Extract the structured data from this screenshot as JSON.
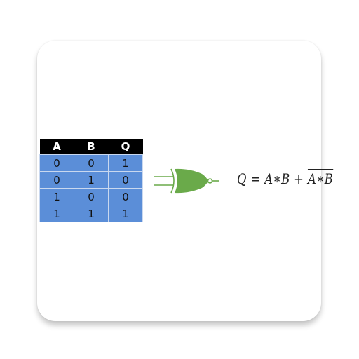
{
  "truth_table": {
    "headers": [
      "A",
      "B",
      "Q"
    ],
    "rows": [
      [
        "0",
        "0",
        "1"
      ],
      [
        "0",
        "1",
        "0"
      ],
      [
        "1",
        "0",
        "0"
      ],
      [
        "1",
        "1",
        "1"
      ]
    ]
  },
  "gate": {
    "icon": "xnor-gate-icon",
    "color": "#6aaa4a"
  },
  "formula": {
    "lhs": "Q",
    "equals": " = ",
    "term1": "A∗B",
    "plus": " + ",
    "term2": "A∗B"
  },
  "colors": {
    "header_bg": "#000000",
    "cell_bg": "#5b8ed8",
    "gate": "#6aaa4a"
  }
}
